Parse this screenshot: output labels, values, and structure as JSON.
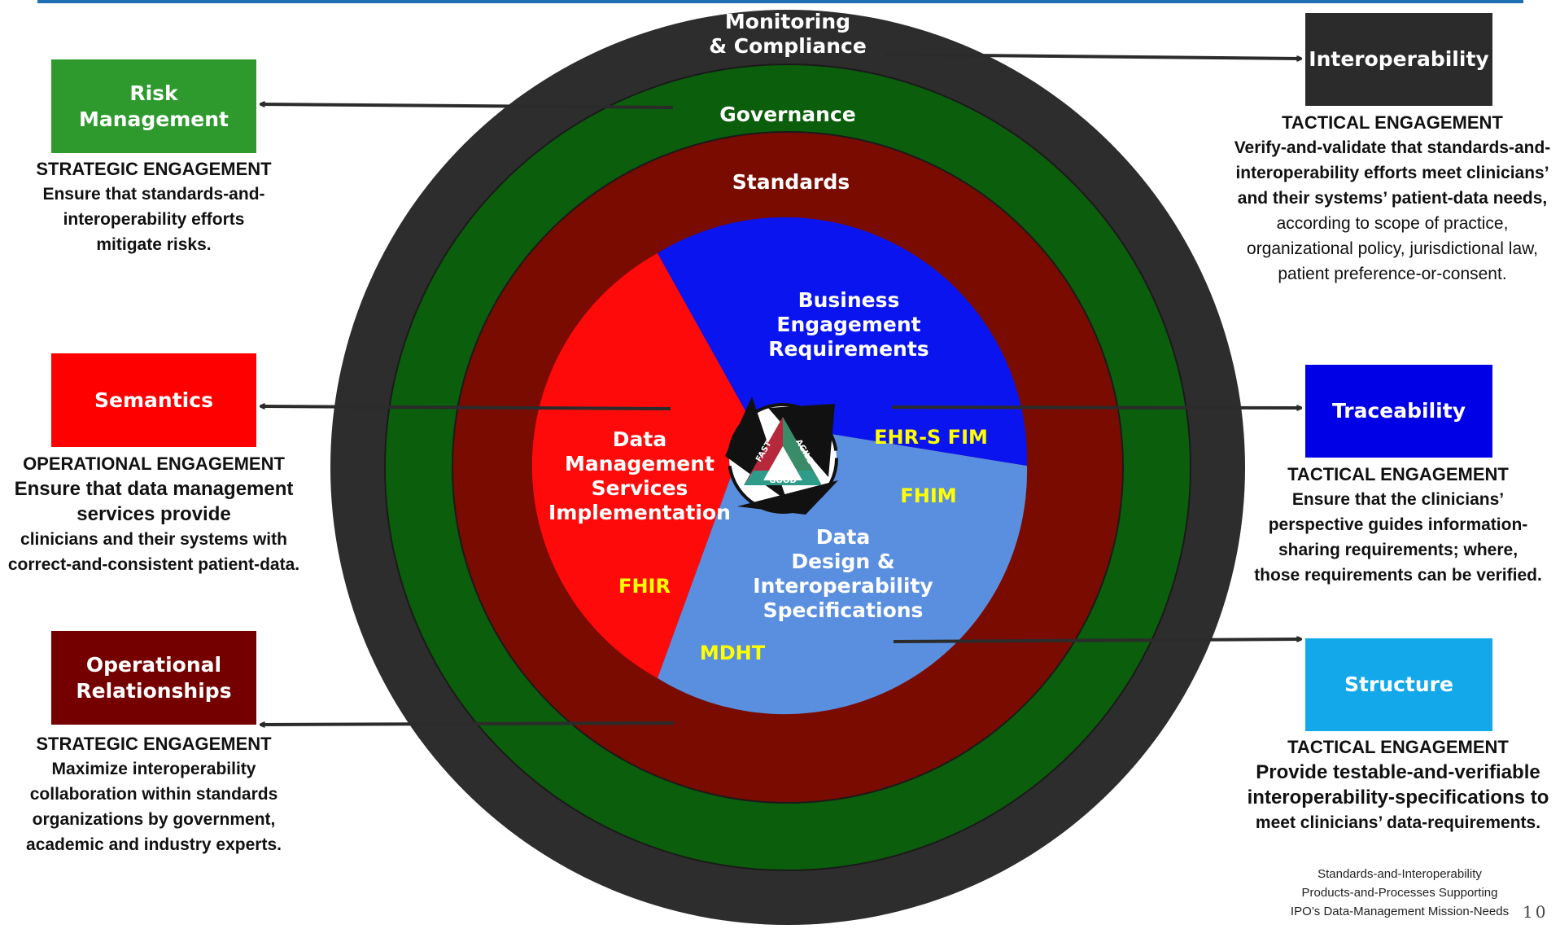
{
  "rings": {
    "monitoring": [
      "Monitoring",
      "& Compliance"
    ],
    "governance": "Governance",
    "standards": "Standards"
  },
  "sectors": {
    "business": [
      "Business",
      "Engagement",
      "Requirements"
    ],
    "data_management": [
      "Data",
      "Management",
      "Services",
      "Implementation"
    ],
    "data_design": [
      "Data",
      "Design &",
      "Interoperability",
      "Specifications"
    ]
  },
  "standards_labels": {
    "ehr": "EHR-S FIM",
    "fhim": "FHIM",
    "fhir": "FHIR",
    "mdht": "MDHT"
  },
  "logo": {
    "fast": "FAST",
    "agile": "AGILE",
    "good": "GOOD"
  },
  "left": {
    "risk": {
      "box_lines": [
        "Risk",
        "Management"
      ],
      "engagement": "STRATEGIC ENGAGEMENT",
      "lines": [
        "Ensure that standards-and-",
        "interoperability efforts",
        "mitigate risks."
      ]
    },
    "semantics": {
      "box_lines": [
        "Semantics"
      ],
      "engagement": "OPERATIONAL ENGAGEMENT",
      "lines": [
        "Ensure that data management",
        "services provide",
        "clinicians and their systems with",
        "correct-and-consistent patient-data."
      ]
    },
    "operational": {
      "box_lines": [
        "Operational",
        "Relationships"
      ],
      "engagement": "STRATEGIC ENGAGEMENT",
      "lines": [
        "Maximize interoperability",
        "collaboration within standards",
        "organizations by government,",
        "academic and  industry experts."
      ]
    }
  },
  "right": {
    "interoperability": {
      "box_lines": [
        "Interoperability"
      ],
      "engagement": "TACTICAL ENGAGEMENT",
      "lines": [
        "Verify-and-validate that standards-and-",
        "interoperability efforts meet clinicians’",
        "and their systems’ patient-data needs,",
        "according to scope of practice,",
        "organizational policy, jurisdictional law,",
        "patient preference-or-consent."
      ]
    },
    "traceability": {
      "box_lines": [
        "Traceability"
      ],
      "engagement": "TACTICAL ENGAGEMENT",
      "lines": [
        "Ensure that the clinicians’",
        "perspective guides information-",
        "sharing requirements; where,",
        "those requirements can be verified."
      ]
    },
    "structure": {
      "box_lines": [
        "Structure"
      ],
      "engagement": "TACTICAL ENGAGEMENT",
      "lines": [
        "Provide testable-and-verifiable",
        "interoperability-specifications to",
        "meet clinicians’ data-requirements."
      ]
    }
  },
  "footnote": [
    "Standards-and-Interoperability",
    "Products-and-Processes Supporting",
    "IPO’s Data-Management Mission-Needs"
  ],
  "page_number": "10",
  "colors": {
    "monitoring": "#2d2d2d",
    "governance": "#0b5e0b",
    "standards": "#7a0b00",
    "business": "#0a14ee",
    "data_management": "#ff0a0a",
    "data_design": "#5a8fe0",
    "risk": "#2e9a2e",
    "semantics": "#ff0000",
    "operational": "#750000",
    "interoperability": "#2b2b2b",
    "traceability": "#0000e6",
    "structure": "#12a8ea",
    "highlight": "#ffff00"
  }
}
